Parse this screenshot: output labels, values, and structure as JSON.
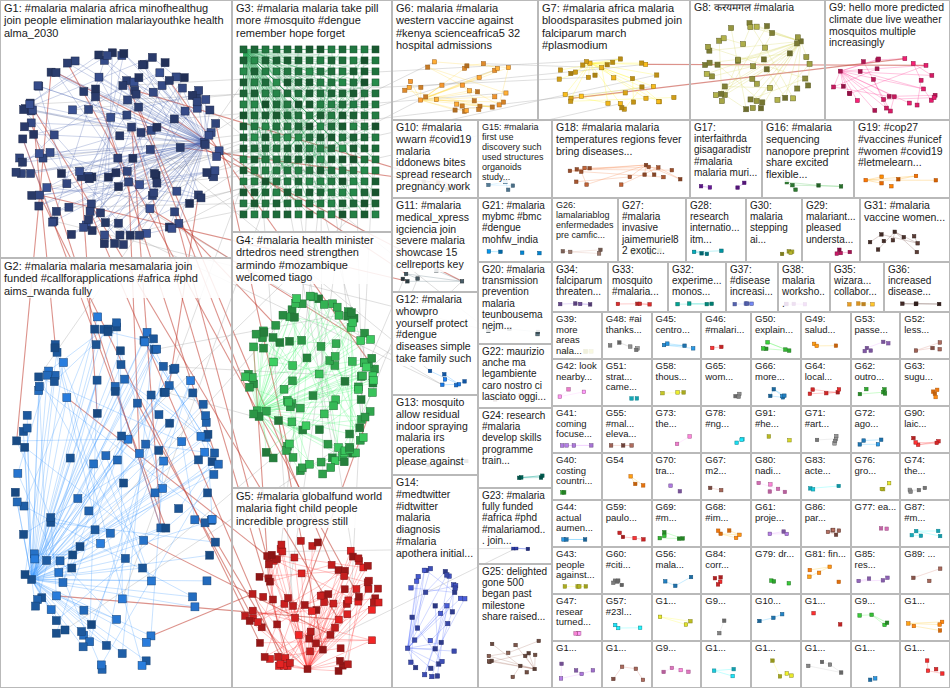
{
  "diagram": {
    "nodes": [
      {
        "text": [
          "G1: #malaria malaria africa minofhealthug join people elimination malariayouthke health alma_2030"
        ]
      },
      {
        "text": [
          "G3: #malaria malaria take pill more #mosquito #dengue remember hope forget"
        ]
      },
      {
        "text": [
          "G6: malaria #malaria western vaccine against #kenya scienceafrica5 32 hospital admissions"
        ]
      },
      {
        "text": [
          "G7: #malaria africa malaria bloodsparasites pubmed join falciparum march #plasmodium"
        ]
      },
      {
        "text": [
          "G8: करयमगल #malaria"
        ]
      },
      {
        "text": [
          "G9: hello more predicted climate due live weather mosquitos multiple increasingly"
        ]
      },
      {
        "text": [
          "G10: #malaria wwarn #covid19 malaria iddonews bites spread research pregnancy work"
        ]
      },
      {
        "text": [
          "G15: #malaria first use discovery such used structures organoids study..."
        ]
      },
      {
        "text": [
          "G18: #malaria malaria temperatures regions fever bring diseases..."
        ]
      },
      {
        "text": [
          "G17: interfaithrda gisagaradistr #malaria malaria muri..."
        ]
      },
      {
        "text": [
          "G16: #malaria sequencing nanopore preprint share excited flexible..."
        ]
      },
      {
        "text": [
          "G19: #cop27 #vaccines #unicef #women #covid19 #letmelearn..."
        ]
      },
      {
        "text": [
          "G11: #malaria medical_xpress igciencia join severe malaria showcase 15 cellreports key"
        ]
      },
      {
        "text": [
          "G21: #malaria mybmc #bmc #dengue mohfw_india"
        ]
      },
      {
        "text": [
          "G26: lamalariablog enfermedades pre camfic..."
        ]
      },
      {
        "text": [
          "G27: #malaria invasive jaimemuriel82 exotic..."
        ]
      },
      {
        "text": [
          "G28: research internatio... itm..."
        ]
      },
      {
        "text": [
          "G30: malaria stepping ai..."
        ]
      },
      {
        "text": [
          "G29: malariant... pleased understa..."
        ]
      },
      {
        "text": [
          "G31: #malaria vaccine women..."
        ]
      },
      {
        "text": [
          "G20: #malaria transmission prevention malaria teunbousema nejm..."
        ]
      },
      {
        "text": [
          "G34: falciparum threaten..."
        ]
      },
      {
        "text": [
          "G33: mosquito #malaria..."
        ]
      },
      {
        "text": [
          "G32: experime... monos..."
        ]
      },
      {
        "text": [
          "G37: #disease increasi..."
        ]
      },
      {
        "text": [
          "G38: malaria worksho..."
        ]
      },
      {
        "text": [
          "G35: wizara... collabor..."
        ]
      },
      {
        "text": [
          "G36: increased disease..."
        ]
      },
      {
        "text": [
          "G4: #malaria health minister drtedros need strengthen armindo #mozambique welcomed tiago"
        ]
      },
      {
        "text": [
          "G12: #malaria whowpro yourself protect #dengue diseases simple take family such"
        ]
      },
      {
        "text": [
          "G22: maurizio anche ma legambiente caro nostro ci lasciato oggi..."
        ]
      },
      {
        "text": [
          "G2: #malaria malaria mesamalaria join funded #callforapplications #africa #phd aims_rwanda fully"
        ]
      },
      {
        "text": [
          "G13: mosquito allow residual indoor spraying malaria irs operations please against"
        ]
      },
      {
        "text": [
          "G24: research #malaria develop skills programme train..."
        ]
      },
      {
        "text": [
          "G5: #malaria globalfund world malaria fight child people incredible progress still"
        ]
      },
      {
        "text": [
          "G23: #malaria fully funded #africa #phd #malariamod... join..."
        ]
      },
      {
        "text": [
          "G14: #medtwitter #idtwitter malaria diagnosis #malaria apothera initial..."
        ]
      },
      {
        "text": [
          "G25: delighted gone 500 began past milestone share raised..."
        ]
      },
      {
        "text": [
          "G39: more areas nala..."
        ]
      },
      {
        "text": [
          "G48: #ai thanks..."
        ]
      },
      {
        "text": [
          "G45: centro..."
        ]
      },
      {
        "text": [
          "G46: #malari..."
        ]
      },
      {
        "text": [
          "G50: explain..."
        ]
      },
      {
        "text": [
          "G49: salud..."
        ]
      },
      {
        "text": [
          "G53: passe..."
        ]
      },
      {
        "text": [
          "G52: less..."
        ]
      },
      {
        "text": [
          "G42: look nearby..."
        ]
      },
      {
        "text": [
          "G51: strat... came..."
        ]
      },
      {
        "text": [
          "G58: thous..."
        ]
      },
      {
        "text": [
          "G65: wom..."
        ]
      },
      {
        "text": [
          "G66: more..."
        ]
      },
      {
        "text": [
          "G64: local..."
        ]
      },
      {
        "text": [
          "G62: outro..."
        ]
      },
      {
        "text": [
          "G63: sugu..."
        ]
      },
      {
        "text": [
          "G41: coming focuse..."
        ]
      },
      {
        "text": [
          "G55: #mal... eleva..."
        ]
      },
      {
        "text": [
          "G73: the..."
        ]
      },
      {
        "text": [
          "G78: #ng..."
        ]
      },
      {
        "text": [
          "G91: #he..."
        ]
      },
      {
        "text": [
          "G71: #art..."
        ]
      },
      {
        "text": [
          "G72: ago..."
        ]
      },
      {
        "text": [
          "G90: laic..."
        ]
      },
      {
        "text": [
          "G40: costing countri..."
        ]
      },
      {
        "text": [
          "G54"
        ]
      },
      {
        "text": [
          "G70: tra..."
        ]
      },
      {
        "text": [
          "G67: m2..."
        ]
      },
      {
        "text": [
          "G80: nadi..."
        ]
      },
      {
        "text": [
          "G83: acte..."
        ]
      },
      {
        "text": [
          "G76: gro..."
        ]
      },
      {
        "text": [
          "G74: the..."
        ]
      },
      {
        "text": [
          "G44: actual aumen..."
        ]
      },
      {
        "text": [
          "G59: paulo..."
        ]
      },
      {
        "text": [
          "G69: #m..."
        ]
      },
      {
        "text": [
          "G68: #im..."
        ]
      },
      {
        "text": [
          "G61: proje..."
        ]
      },
      {
        "text": [
          "G86: par..."
        ]
      },
      {
        "text": [
          "G77: ea..."
        ]
      },
      {
        "text": [
          "G87: #m..."
        ]
      },
      {
        "text": [
          "G43: people against..."
        ]
      },
      {
        "text": [
          "G60: #citi..."
        ]
      },
      {
        "text": [
          "G56: mala..."
        ]
      },
      {
        "text": [
          "G84: corr..."
        ]
      },
      {
        "text": [
          "G79: dr..."
        ]
      },
      {
        "text": [
          "G81: fin..."
        ]
      },
      {
        "text": [
          "G85: res..."
        ]
      },
      {
        "text": [
          "G89: ..."
        ]
      },
      {
        "text": [
          "G47: resear turned..."
        ]
      },
      {
        "text": [
          "G57: #23l..."
        ]
      },
      {
        "text": [
          "G1..."
        ]
      },
      {
        "text": [
          "G9..."
        ]
      },
      {
        "text": [
          "G10..."
        ]
      },
      {
        "text": [
          "G1..."
        ]
      },
      {
        "text": [
          "G9..."
        ]
      },
      {
        "text": [
          "G1..."
        ]
      },
      {
        "text": [
          "G1..."
        ]
      },
      {
        "text": [
          "G1..."
        ]
      },
      {
        "text": [
          "G9..."
        ]
      },
      {
        "text": [
          "G1..."
        ]
      },
      {
        "text": [
          "G1..."
        ]
      },
      {
        "text": [
          "G1..."
        ]
      },
      {
        "text": [
          "G1..."
        ]
      },
      {
        "text": [
          "G1..."
        ]
      }
    ]
  }
}
